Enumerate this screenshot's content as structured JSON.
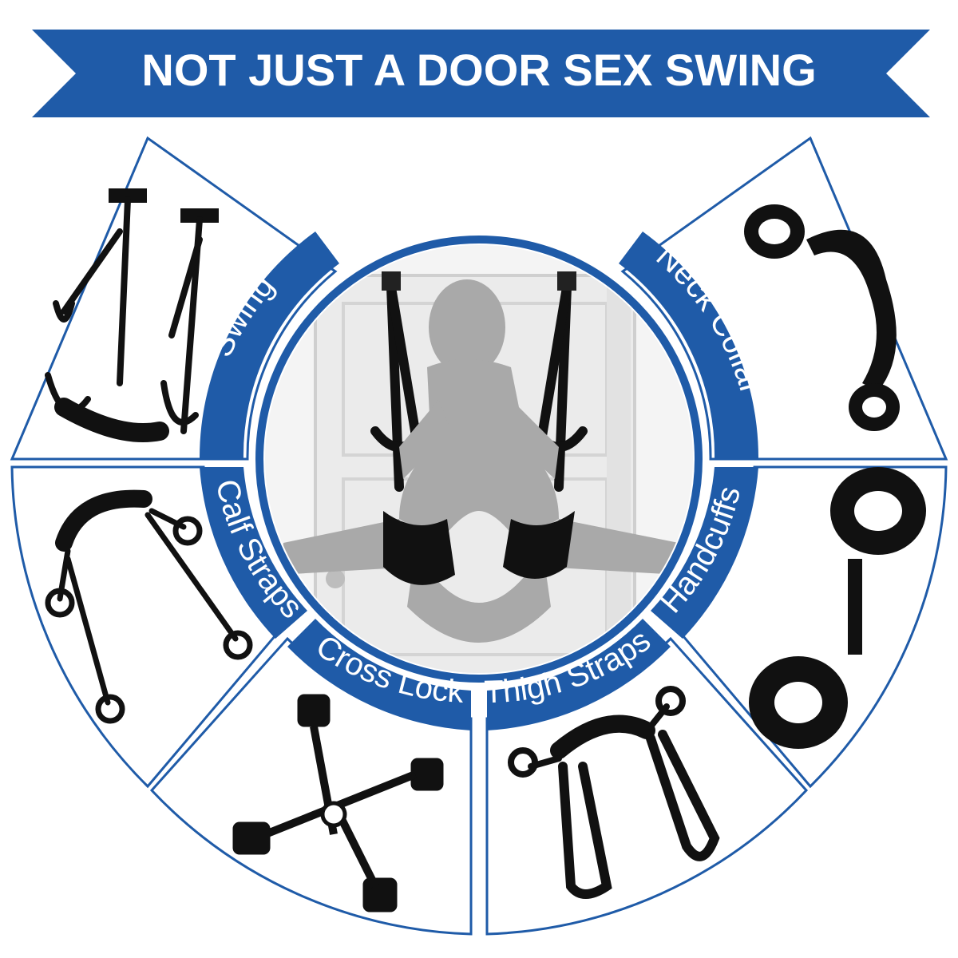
{
  "banner": {
    "title": "NOT JUST A DOOR SEX SWING"
  },
  "segments": [
    {
      "label": "Swing",
      "icon": "door-swing-icon"
    },
    {
      "label": "Neck Collar",
      "icon": "neck-collar-icon"
    },
    {
      "label": "Calf Straps",
      "icon": "calf-straps-icon"
    },
    {
      "label": "Handcuffs",
      "icon": "handcuffs-icon"
    },
    {
      "label": "Cross Lock",
      "icon": "cross-lock-icon"
    },
    {
      "label": "Thigh Straps",
      "icon": "thigh-straps-icon"
    }
  ],
  "center": {
    "icon": "door-swing-in-use-illustration"
  },
  "colors": {
    "brand_blue": "#1f5ba8",
    "outline_blue": "#1f5ba8",
    "product_black": "#111111",
    "silhouette_gray": "#a9a9a9",
    "door_white": "#f2f2f2"
  }
}
